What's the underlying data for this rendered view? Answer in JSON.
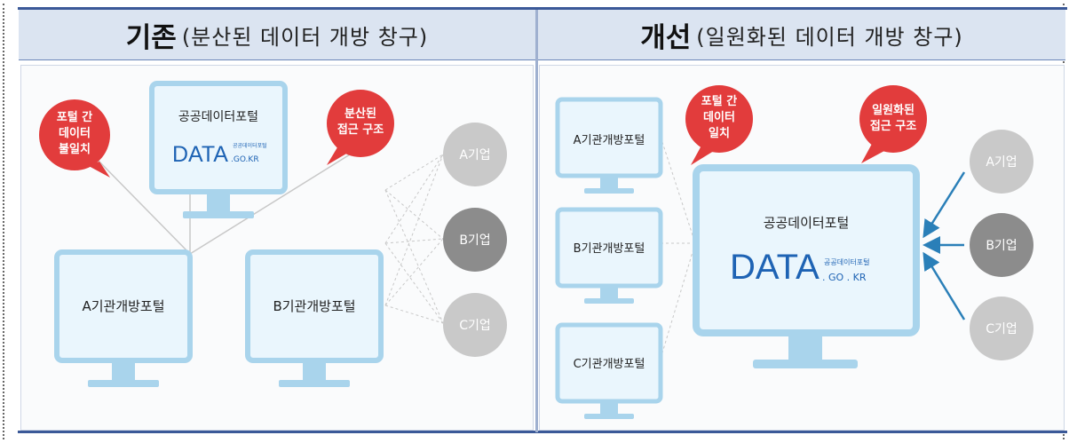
{
  "header": {
    "left_title": "기존",
    "left_sub": "(분산된 데이터 개방 창구)",
    "right_title": "개선",
    "right_sub": "(일원화된 데이터 개방 창구)"
  },
  "left": {
    "center_portal_title": "공공데이터포털",
    "center_portal_logo": "DATA",
    "center_portal_logo_small": "공공데이터포털",
    "center_portal_domain": ".GO.KR",
    "portal_a": "A기관개방포털",
    "portal_b": "B기관개방포털",
    "bubble_1": [
      "포털 간",
      "데이터",
      "불일치"
    ],
    "bubble_2": [
      "분산된",
      "접근 구조"
    ],
    "company_a": "A기업",
    "company_b": "B기업",
    "company_c": "C기업"
  },
  "right": {
    "portal_a": "A기관개방포털",
    "portal_b": "B기관개방포털",
    "portal_c": "C기관개방포털",
    "center_portal_title": "공공데이터포털",
    "center_portal_logo": "DATA",
    "center_portal_logo_small": "공공데이터포털",
    "center_portal_domain": ". GO . KR",
    "bubble_1": [
      "포털 간",
      "데이터",
      "일치"
    ],
    "bubble_2": [
      "일원화된",
      "접근 구조"
    ],
    "company_a": "A기업",
    "company_b": "B기업",
    "company_c": "C기업"
  },
  "colors": {
    "monitor_border": "#a9d4ec",
    "monitor_fill": "#eaf6fd",
    "bubble": "#e23c3c",
    "company_light": "#c9c9c9",
    "company_dark": "#8c8c8c",
    "arrow": "#2a7fb8"
  }
}
